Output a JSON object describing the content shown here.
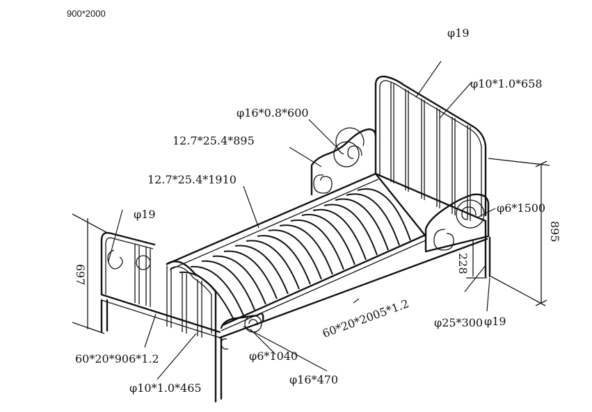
{
  "size_label": "900*2000",
  "annotations": {
    "head_top_pipe": "φ19",
    "head_vertical_bars": "φ10*1.0*658",
    "head_side_scroll": "φ16*0.8*600",
    "side_rail_upper": "12.7*25.4*895",
    "side_rail_long": "12.7*25.4*1910",
    "foot_top_pipe": "φ19",
    "scroll_wire": "φ6*1500",
    "total_height": "895",
    "leg_height": "228",
    "foot_height": "697",
    "frame_tube": "60*20*2005*1.2",
    "foot_crossbar": "60*20*906*1.2",
    "leg_tube": "φ25*300",
    "leg_cap": "φ19",
    "foot_bars": "φ10*1.0*465",
    "foot_scroll_wire": "φ6*1040",
    "foot_scroll_pipe": "φ16*470"
  }
}
